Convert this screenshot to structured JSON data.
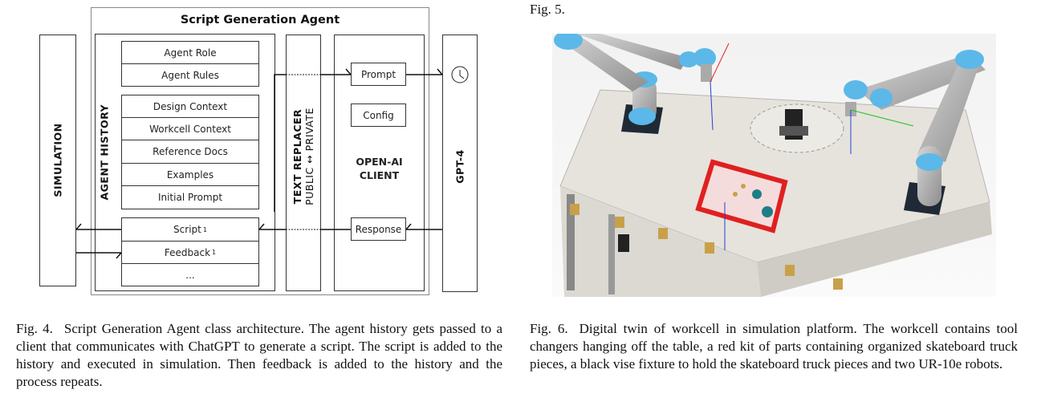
{
  "top_fragment": "Fig. 5.",
  "diagram": {
    "title": "Script Generation Agent",
    "simulation": "SIMULATION",
    "agent_history": "AGENT HISTORY",
    "history_items_top": [
      "Agent Role",
      "Agent Rules"
    ],
    "history_items_context": [
      "Design Context",
      "Workcell Context",
      "Reference Docs",
      "Examples",
      "Initial Prompt"
    ],
    "history_items_loop": [
      {
        "label": "Script",
        "sub": "1"
      },
      {
        "label": "Feedback",
        "sub": "1"
      },
      {
        "label": "...",
        "sub": ""
      }
    ],
    "text_replacer": "TEXT REPLACER",
    "text_replacer_sub": "PUBLIC ↔ PRIVATE",
    "client_title_1": "OPEN-AI",
    "client_title_2": "CLIENT",
    "prompt": "Prompt",
    "config": "Config",
    "response": "Response",
    "gpt": "GPT-4",
    "clock_icon": "clock-icon"
  },
  "captions": {
    "fig4_num": "Fig. 4.",
    "fig4_text": "Script Generation Agent class architecture. The agent history gets passed to a client that communicates with ChatGPT to generate a script. The script is added to the history and executed in simulation. Then feedback is added to the history and the process repeats.",
    "fig6_num": "Fig. 6.",
    "fig6_text": "Digital twin of workcell in simulation platform. The workcell contains tool changers hanging off the table, a red kit of parts containing organized skateboard truck pieces, a black vise fixture to hold the skateboard truck pieces and two UR-10e robots."
  },
  "colors": {
    "robot_joint": "#5bb8e8",
    "kit": "#e02020",
    "table": "#e6e3dc"
  }
}
